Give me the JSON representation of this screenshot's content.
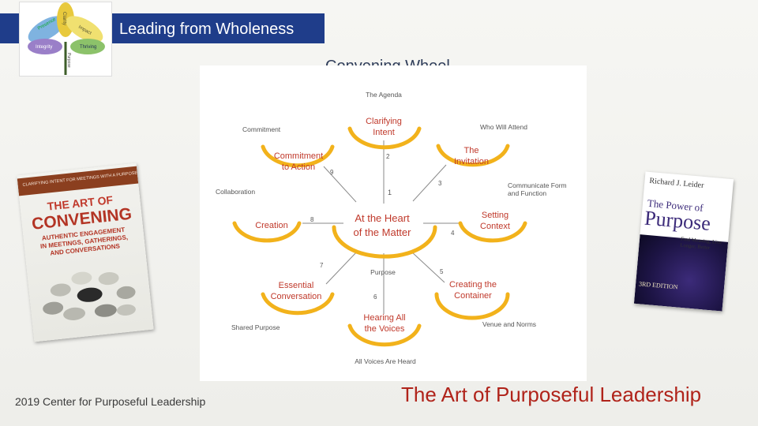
{
  "header": {
    "title": "Leading from Wholeness"
  },
  "subtitle": "Convening Wheel",
  "logo": {
    "petals": [
      "Presence",
      "Clarity",
      "Impact",
      "Integrity",
      "Thriving"
    ],
    "stem": "Purpose",
    "colors": [
      "#7fb3e0",
      "#e8c93d",
      "#f0e070",
      "#9a7fc8",
      "#8cc26a"
    ]
  },
  "wheel": {
    "center": {
      "line1": "At the Heart",
      "line2": "of the Matter"
    },
    "nodes": [
      {
        "line1": "Clarifying",
        "line2": "Intent",
        "number": "2"
      },
      {
        "line1": "The",
        "line2": "Invitation",
        "number": "3"
      },
      {
        "line1": "Setting",
        "line2": "Context",
        "number": "4"
      },
      {
        "line1": "Creating the",
        "line2": "Container",
        "number": "5"
      },
      {
        "line1": "Hearing All",
        "line2": "the Voices",
        "number": "6"
      },
      {
        "line1": "Essential",
        "line2": "Conversation",
        "number": "7"
      },
      {
        "line1": "Creation",
        "line2": "",
        "number": "8"
      },
      {
        "line1": "Commitment",
        "line2": "to Action",
        "number": "9"
      }
    ],
    "center_number": "1",
    "labels": {
      "agenda": "The Agenda",
      "attend": "Who Will Attend",
      "communicate1": "Communicate Form",
      "communicate2": "and Function",
      "venue": "Venue and Norms",
      "voices": "All Voices Are Heard",
      "shared": "Shared Purpose",
      "collaboration": "Collaboration",
      "commitment": "Commitment",
      "purpose": "Purpose"
    },
    "accent": "#f2b21b"
  },
  "book_left": {
    "band": "CLARIFYING INTENT FOR MEETINGS WITH A PURPOSEFUL WORLD",
    "title1": "THE ART OF",
    "title2": "CONVENING",
    "subtitle1": "AUTHENTIC ENGAGEMENT",
    "subtitle2": "IN MEETINGS, GATHERINGS,",
    "subtitle3": "AND CONVERSATIONS"
  },
  "book_right": {
    "author": "Richard J. Leider",
    "title1": "The Power of",
    "title2": "Purpose",
    "tagline": "Find Meaning, Live Longer, Better",
    "edition": "3RD EDITION"
  },
  "footer": {
    "left": "2019 Center for Purposeful Leadership",
    "right": "The Art of Purposeful Leadership"
  }
}
